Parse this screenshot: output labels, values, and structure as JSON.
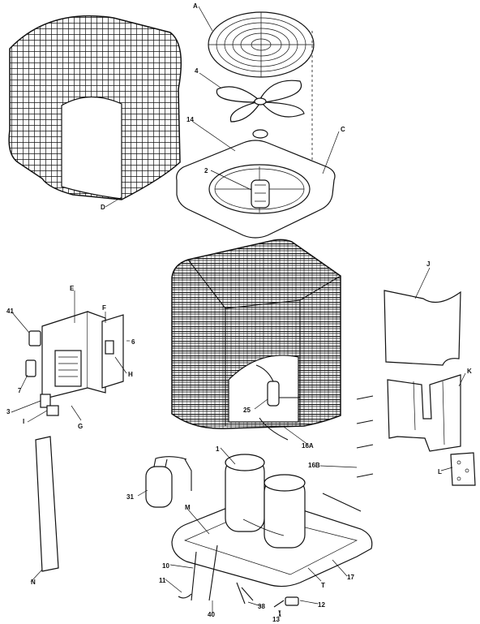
{
  "labels": {
    "A": "A",
    "B4": "4",
    "L14": "14",
    "C": "C",
    "L2": "2",
    "D": "D",
    "J": "J",
    "E": "E",
    "F": "F",
    "L41": "41",
    "L6": "6",
    "L7": "7",
    "H": "H",
    "L3": "3",
    "I": "I",
    "G": "G",
    "K": "K",
    "L25": "25",
    "L16A": "16A",
    "L16B": "16B",
    "L1": "1",
    "L31": "31",
    "M": "M",
    "N": "N",
    "L": "L",
    "L10": "10",
    "L11": "11",
    "L40": "40",
    "L38": "38",
    "L12": "12",
    "L13": "13",
    "T": "T",
    "L17": "17"
  }
}
